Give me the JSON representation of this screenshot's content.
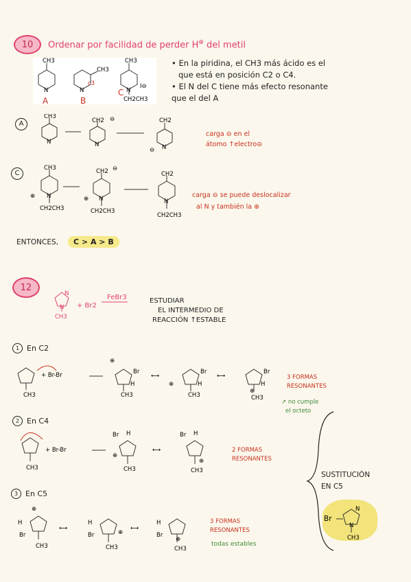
{
  "section10": {
    "number": "10",
    "title": "Ordenar por facilidad de perder H",
    "title_tail": "del metil",
    "compounds": [
      "A",
      "B",
      "C"
    ],
    "notes": [
      "• En la piridina, el CH3 más ácido es el",
      "que está en posición C2 o C4.",
      "• El N del C tiene más efecto resonante",
      "que el del A"
    ],
    "caseA_label": "A",
    "caseA_note1": "carga ⊖ en el",
    "caseA_note2": "átomo ↑electro⊖",
    "caseC_label": "C",
    "caseC_note1": "carga ⊖ se puede deslocalizar",
    "caseC_note2": "al N y también la ⊕",
    "entonces": "ENTONCES,",
    "order": "C > A > B"
  },
  "section12": {
    "number": "12",
    "reagent": "+ Br2",
    "catalyst": "FeBr3",
    "study1": "ESTUDIAR",
    "study2": "EL INTERMEDIO DE",
    "study3": "REACCIÓN ↑ESTABLE",
    "c2_label": "En C2",
    "c2_note1": "3 FORMAS",
    "c2_note2": "RESONANTES",
    "c2_warn1": "↗ no cumple",
    "c2_warn2": "el octeto",
    "c4_label": "En C4",
    "c4_note1": "2 FORMAS",
    "c4_note2": "RESONANTES",
    "c5_label": "En C5",
    "c5_note1": "3 FORMAS",
    "c5_note2": "RESONANTES",
    "c5_note3": "todas estables",
    "sust1": "SUSTITUCIÓN",
    "sust2": "EN C5",
    "circ1": "1",
    "circ2": "2",
    "circ3": "3"
  }
}
